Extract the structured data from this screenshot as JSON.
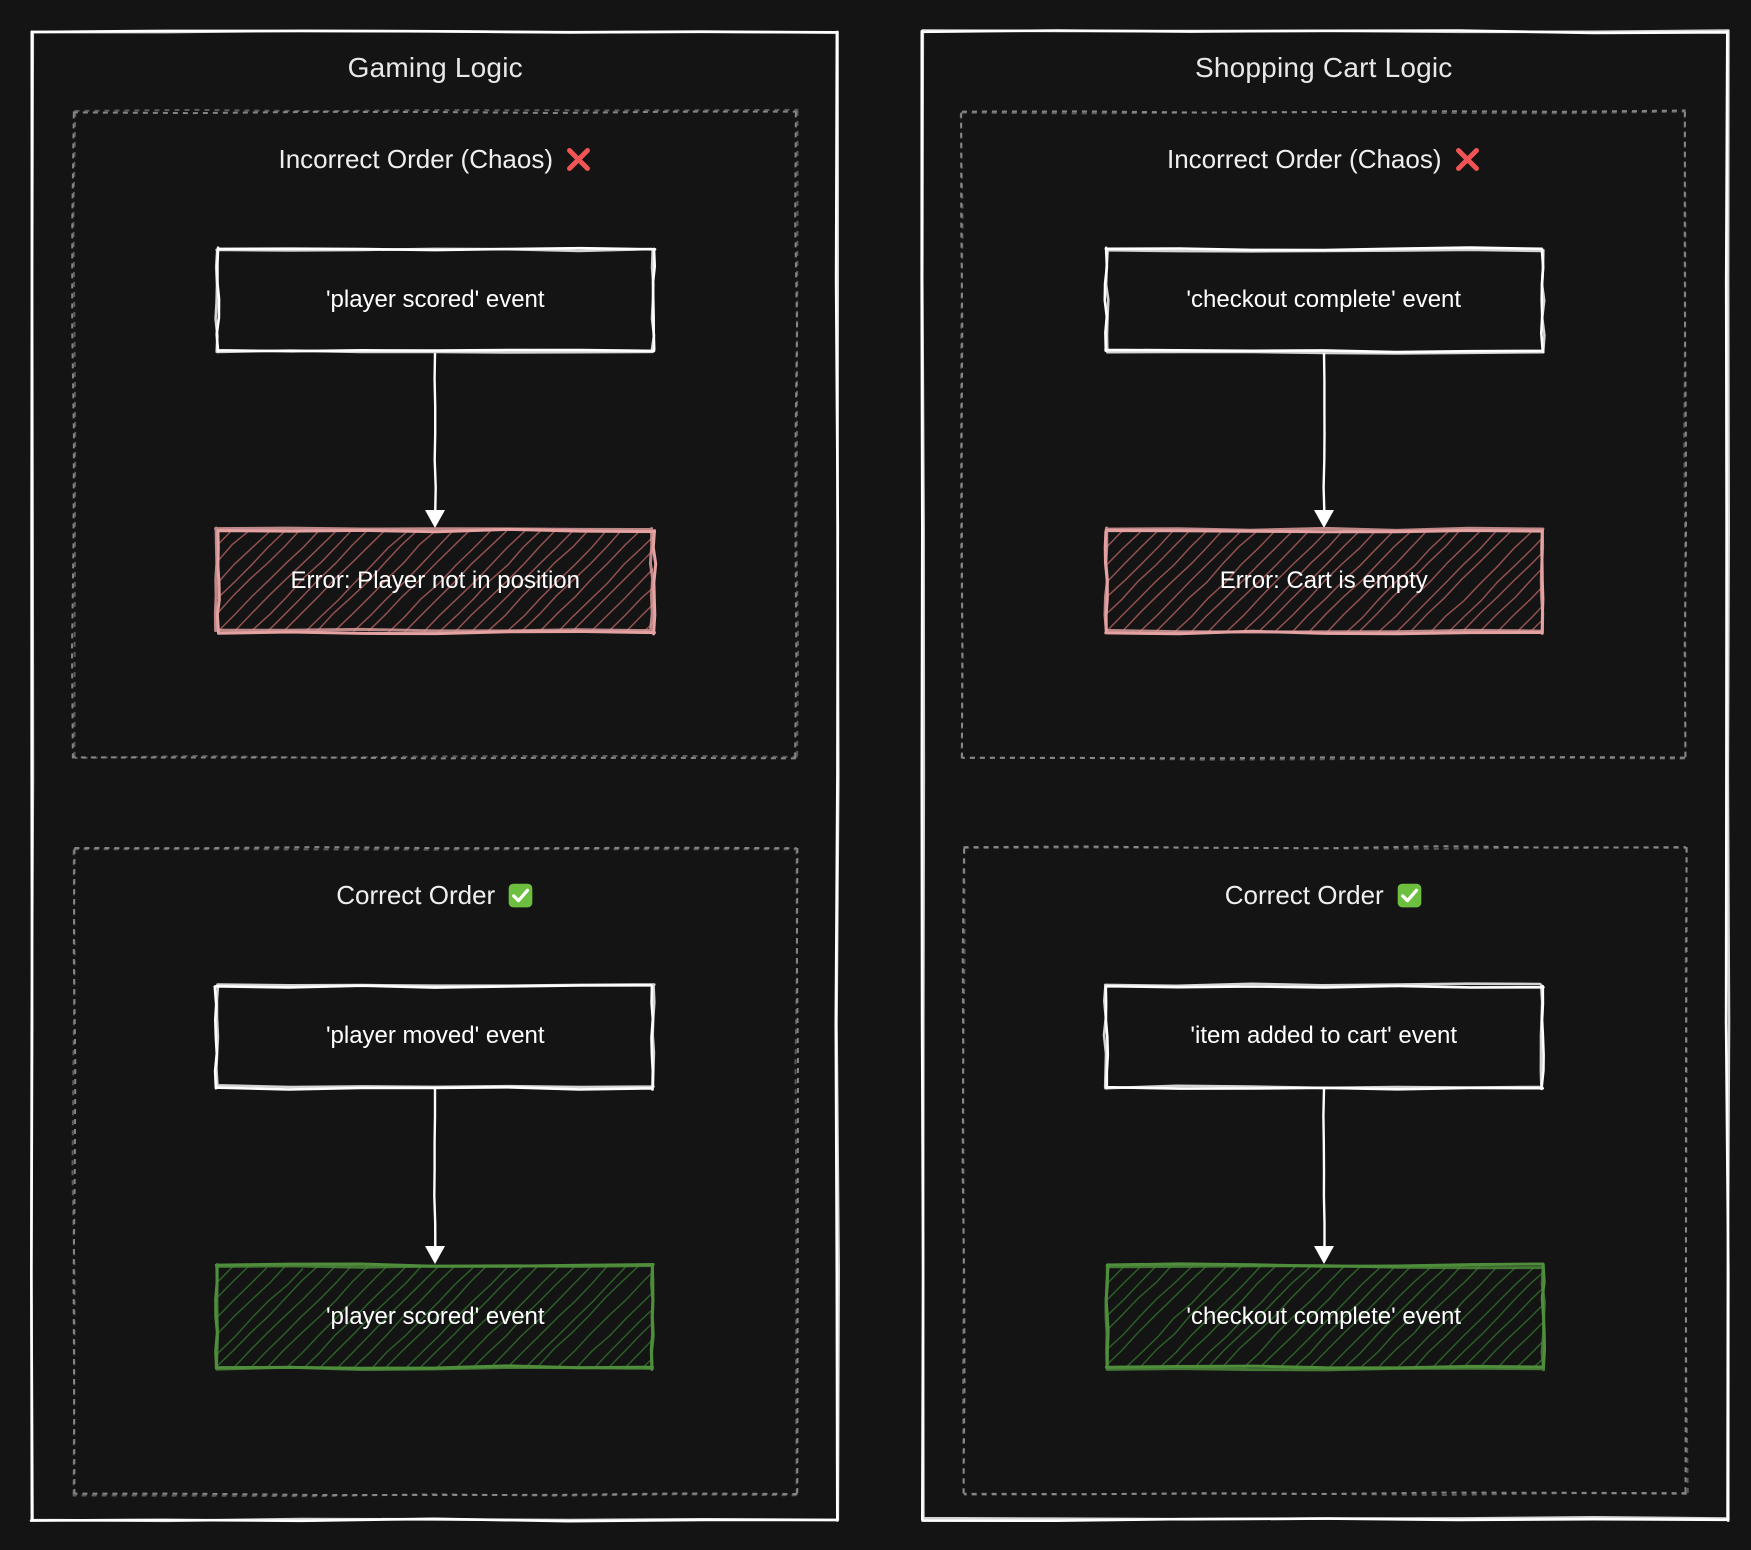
{
  "theme": {
    "background": "#141414",
    "panel_border": "#ffffff",
    "subgraph_border": "#8a8a8a",
    "node_stroke": "#ffffff",
    "node_text": "#ffffff",
    "error_stroke": "#e4a2a2",
    "error_fill_hatch": "#a85b5b",
    "success_stroke": "#4f8f3c",
    "success_fill_hatch": "#2f6b2a",
    "edge_color": "#ffffff",
    "cross_color": "#f05454",
    "check_color": "#6cbf3f"
  },
  "panels": [
    {
      "title": "Gaming Logic",
      "subgraphs": [
        {
          "label": "Incorrect Order (Chaos)",
          "status_icon": "cross-mark-icon",
          "nodes": [
            {
              "text": "'player scored' event",
              "kind": "plain"
            },
            {
              "text": "Error: Player not in position",
              "kind": "error"
            }
          ]
        },
        {
          "label": "Correct Order",
          "status_icon": "check-mark-button-icon",
          "nodes": [
            {
              "text": "'player moved' event",
              "kind": "plain"
            },
            {
              "text": "'player scored' event",
              "kind": "success"
            }
          ]
        }
      ]
    },
    {
      "title": "Shopping Cart Logic",
      "subgraphs": [
        {
          "label": "Incorrect Order (Chaos)",
          "status_icon": "cross-mark-icon",
          "nodes": [
            {
              "text": "'checkout complete' event",
              "kind": "plain"
            },
            {
              "text": "Error: Cart is empty",
              "kind": "error"
            }
          ]
        },
        {
          "label": "Correct Order",
          "status_icon": "check-mark-button-icon",
          "nodes": [
            {
              "text": "'item added to cart' event",
              "kind": "plain"
            },
            {
              "text": "'checkout complete' event",
              "kind": "success"
            }
          ]
        }
      ]
    }
  ]
}
